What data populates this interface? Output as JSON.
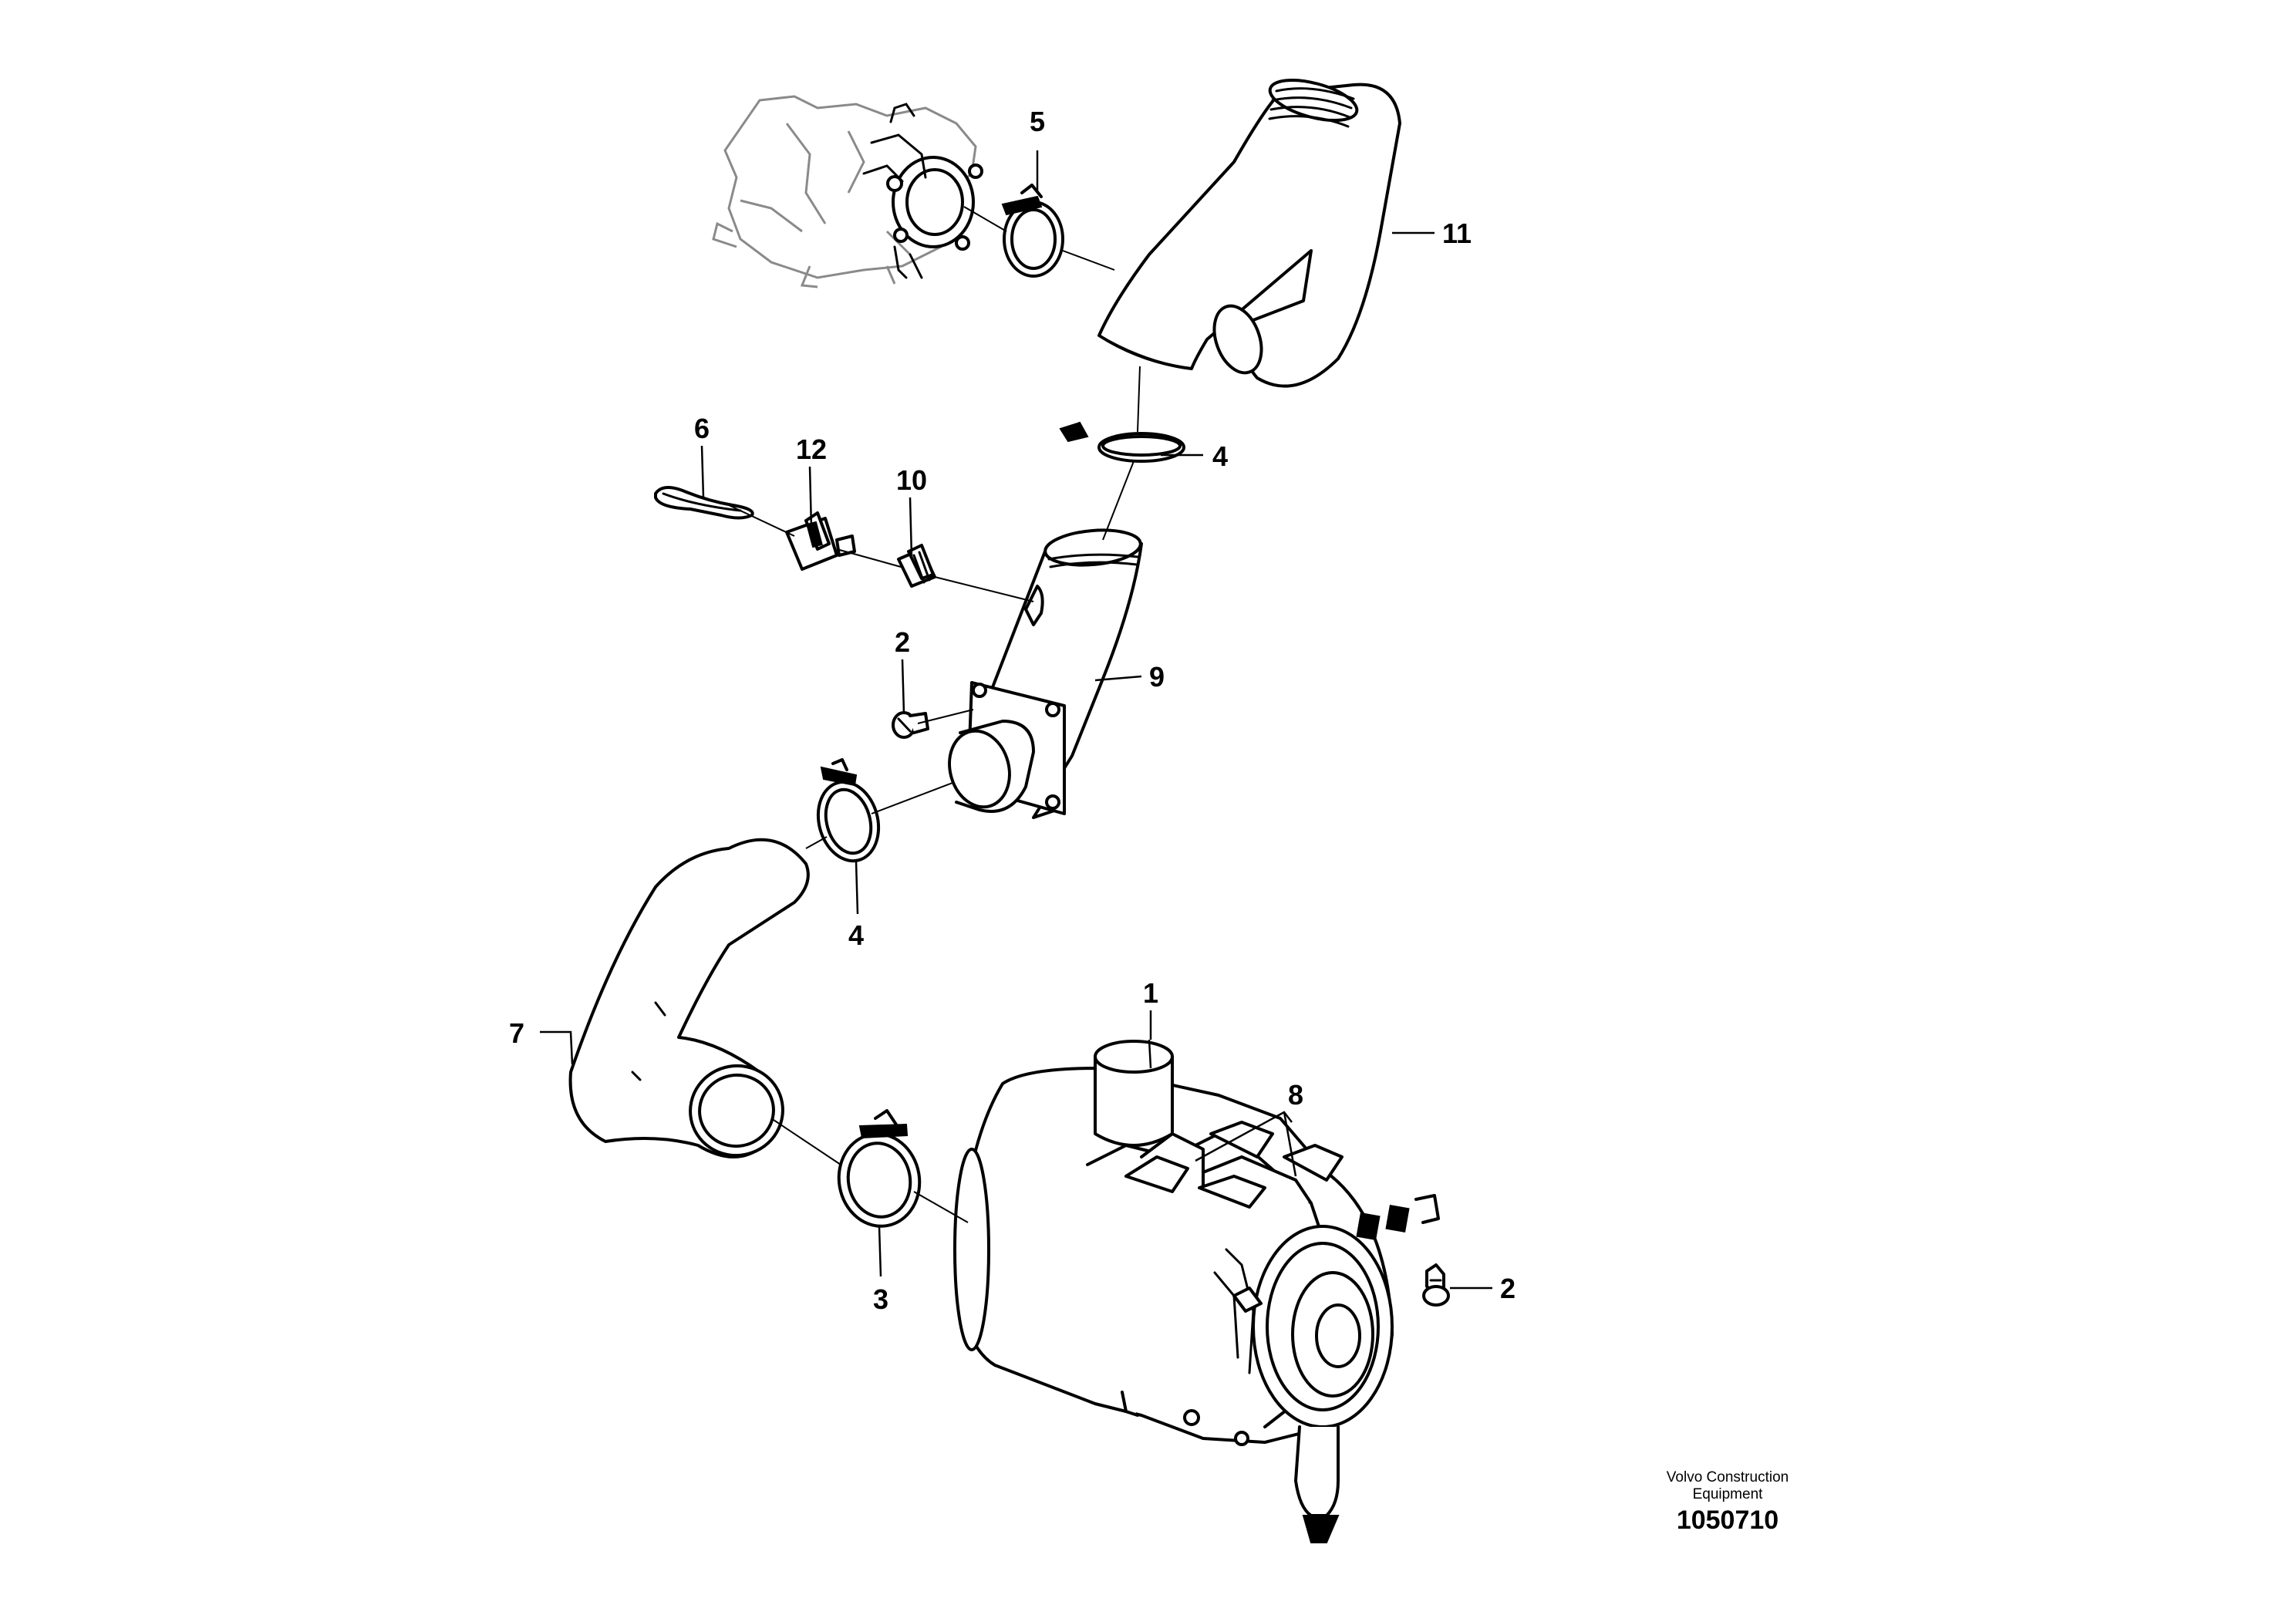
{
  "diagram": {
    "callouts": {
      "c1": "1",
      "c2a": "2",
      "c2b": "2",
      "c3": "3",
      "c4a": "4",
      "c4b": "4",
      "c5": "5",
      "c6": "6",
      "c7": "7",
      "c8": "8",
      "c9": "9",
      "c10": "10",
      "c11": "11",
      "c12": "12"
    }
  },
  "credit": {
    "line1": "Volvo Construction",
    "line2": "Equipment",
    "drawing_number": "1050710"
  }
}
